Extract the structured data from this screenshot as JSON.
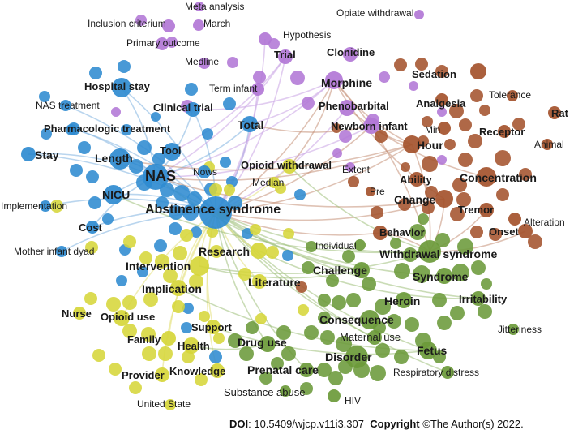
{
  "clusters": {
    "blue": {
      "color": "#2f8bd0",
      "edge": "#7fb3e0"
    },
    "yellow": {
      "color": "#d6d63a",
      "edge": "#e3e07a"
    },
    "green": {
      "color": "#6b9a3a",
      "edge": "#9fc07a"
    },
    "brown": {
      "color": "#a4532d",
      "edge": "#c58f76"
    },
    "purple": {
      "color": "#b277d6",
      "edge": "#c9a3e3"
    }
  },
  "terms": [
    {
      "label": "Meta analysis",
      "cluster": "purple"
    },
    {
      "label": "Opiate withdrawal",
      "cluster": "purple"
    },
    {
      "label": "Inclusion criterium",
      "cluster": "purple"
    },
    {
      "label": "March",
      "cluster": "purple"
    },
    {
      "label": "Hypothesis",
      "cluster": "purple"
    },
    {
      "label": "Primary outcome",
      "cluster": "purple"
    },
    {
      "label": "Trial",
      "cluster": "purple"
    },
    {
      "label": "Clonidine",
      "cluster": "purple"
    },
    {
      "label": "Medline",
      "cluster": "purple"
    },
    {
      "label": "Morphine",
      "cluster": "purple"
    },
    {
      "label": "Term infant",
      "cluster": "purple"
    },
    {
      "label": "Phenobarbital",
      "cluster": "purple"
    },
    {
      "label": "Newborn infant",
      "cluster": "purple"
    },
    {
      "label": "Extent",
      "cluster": "purple"
    },
    {
      "label": "Sedation",
      "cluster": "brown"
    },
    {
      "label": "Tolerance",
      "cluster": "brown"
    },
    {
      "label": "Rat",
      "cluster": "brown"
    },
    {
      "label": "Analgesia",
      "cluster": "brown"
    },
    {
      "label": "Min",
      "cluster": "brown"
    },
    {
      "label": "Receptor",
      "cluster": "brown"
    },
    {
      "label": "Animal",
      "cluster": "brown"
    },
    {
      "label": "Hour",
      "cluster": "brown"
    },
    {
      "label": "Concentration",
      "cluster": "brown"
    },
    {
      "label": "Ability",
      "cluster": "brown"
    },
    {
      "label": "Pre",
      "cluster": "brown"
    },
    {
      "label": "Change",
      "cluster": "brown"
    },
    {
      "label": "Tremor",
      "cluster": "brown"
    },
    {
      "label": "Alteration",
      "cluster": "brown"
    },
    {
      "label": "Onset",
      "cluster": "brown"
    },
    {
      "label": "Behavior",
      "cluster": "brown"
    },
    {
      "label": "Hospital stay",
      "cluster": "blue"
    },
    {
      "label": "NAS treatment",
      "cluster": "blue"
    },
    {
      "label": "Clinical trial",
      "cluster": "blue"
    },
    {
      "label": "Pharmacologic treatment",
      "cluster": "blue"
    },
    {
      "label": "Total",
      "cluster": "blue"
    },
    {
      "label": "Stay",
      "cluster": "blue"
    },
    {
      "label": "Length",
      "cluster": "blue"
    },
    {
      "label": "Tool",
      "cluster": "blue"
    },
    {
      "label": "NAS",
      "cluster": "blue"
    },
    {
      "label": "Nows",
      "cluster": "blue"
    },
    {
      "label": "NICU",
      "cluster": "blue"
    },
    {
      "label": "Implementation",
      "cluster": "blue"
    },
    {
      "label": "Abstinence syndrome",
      "cluster": "blue"
    },
    {
      "label": "Cost",
      "cluster": "blue"
    },
    {
      "label": "Mother infant dyad",
      "cluster": "blue"
    },
    {
      "label": "Opioid withdrawal",
      "cluster": "yellow"
    },
    {
      "label": "Median",
      "cluster": "yellow"
    },
    {
      "label": "Research",
      "cluster": "yellow"
    },
    {
      "label": "Intervention",
      "cluster": "yellow"
    },
    {
      "label": "Implication",
      "cluster": "yellow"
    },
    {
      "label": "Literature",
      "cluster": "yellow"
    },
    {
      "label": "Nurse",
      "cluster": "yellow"
    },
    {
      "label": "Opioid use",
      "cluster": "yellow"
    },
    {
      "label": "Support",
      "cluster": "yellow"
    },
    {
      "label": "Family",
      "cluster": "yellow"
    },
    {
      "label": "Health",
      "cluster": "yellow"
    },
    {
      "label": "Knowledge",
      "cluster": "yellow"
    },
    {
      "label": "Provider",
      "cluster": "yellow"
    },
    {
      "label": "United State",
      "cluster": "yellow"
    },
    {
      "label": "Individual",
      "cluster": "green"
    },
    {
      "label": "Withdrawal syndrome",
      "cluster": "green"
    },
    {
      "label": "Challenge",
      "cluster": "green"
    },
    {
      "label": "Syndrome",
      "cluster": "green"
    },
    {
      "label": "Heroin",
      "cluster": "green"
    },
    {
      "label": "Irritability",
      "cluster": "green"
    },
    {
      "label": "Consequence",
      "cluster": "green"
    },
    {
      "label": "Maternal use",
      "cluster": "green"
    },
    {
      "label": "Jitteriness",
      "cluster": "green"
    },
    {
      "label": "Drug use",
      "cluster": "green"
    },
    {
      "label": "Disorder",
      "cluster": "green"
    },
    {
      "label": "Fetus",
      "cluster": "green"
    },
    {
      "label": "Prenatal care",
      "cluster": "green"
    },
    {
      "label": "Respiratory distress",
      "cluster": "green"
    },
    {
      "label": "Substance abuse",
      "cluster": "green"
    },
    {
      "label": "HIV",
      "cluster": "green"
    }
  ],
  "footer": {
    "doi_label": "DOI",
    "doi_value": ": 10.5409/wjcp.v11i3.307",
    "copyright_label": "Copyright",
    "copyright_value": " ©The Author(s) 2022."
  }
}
